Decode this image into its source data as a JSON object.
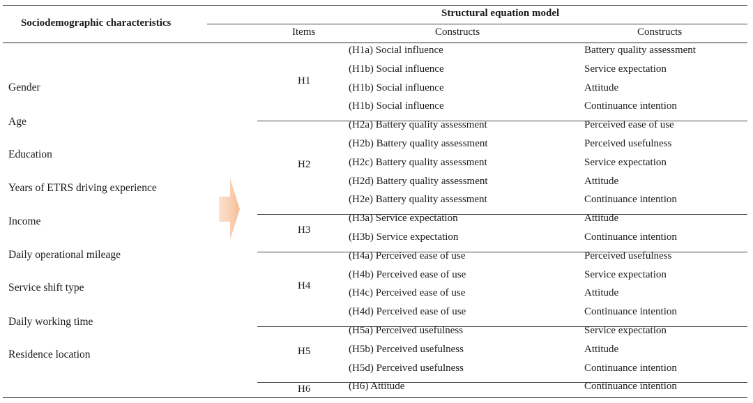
{
  "header": {
    "left_title": "Sociodemographic characteristics",
    "right_title": "Structural equation model",
    "col_items": "Items",
    "col_constructs_1": "Constructs",
    "col_constructs_2": "Constructs"
  },
  "characteristics": [
    "Gender",
    "Age",
    "Education",
    "Years of ETRS driving experience",
    "Income",
    "Daily operational mileage",
    "Service shift type",
    "Daily working time",
    "Residence location"
  ],
  "arrow_icon": "right-arrow-icon",
  "arrow_color": "#F9C9A6",
  "groups": [
    {
      "item": "H1",
      "rows": [
        {
          "from": "(H1a) Social influence",
          "to": "Battery quality assessment"
        },
        {
          "from": "(H1b) Social influence",
          "to": "Service expectation"
        },
        {
          "from": "(H1b) Social influence",
          "to": "Attitude"
        },
        {
          "from": "(H1b) Social influence",
          "to": "Continuance intention"
        }
      ]
    },
    {
      "item": "H2",
      "rows": [
        {
          "from": "(H2a) Battery quality assessment",
          "to": "Perceived ease of use"
        },
        {
          "from": "(H2b) Battery quality assessment",
          "to": "Perceived usefulness"
        },
        {
          "from": "(H2c) Battery quality assessment",
          "to": "Service expectation"
        },
        {
          "from": "(H2d) Battery quality assessment",
          "to": "Attitude"
        },
        {
          "from": "(H2e) Battery quality assessment",
          "to": "Continuance intention"
        }
      ]
    },
    {
      "item": "H3",
      "rows": [
        {
          "from": "(H3a) Service expectation",
          "to": "Attitude"
        },
        {
          "from": "(H3b) Service expectation",
          "to": "Continuance intention"
        }
      ]
    },
    {
      "item": "H4",
      "rows": [
        {
          "from": "(H4a) Perceived ease of use",
          "to": "Perceived usefulness"
        },
        {
          "from": "(H4b) Perceived ease of use",
          "to": "Service expectation"
        },
        {
          "from": "(H4c) Perceived ease of use",
          "to": "Attitude"
        },
        {
          "from": "(H4d) Perceived ease of use",
          "to": "Continuance intention"
        }
      ]
    },
    {
      "item": "H5",
      "rows": [
        {
          "from": "(H5a) Perceived usefulness",
          "to": "Service expectation"
        },
        {
          "from": "(H5b) Perceived usefulness",
          "to": "Attitude"
        },
        {
          "from": "(H5d) Perceived usefulness",
          "to": "Continuance intention"
        }
      ]
    },
    {
      "item": "H6",
      "rows": [
        {
          "from": "(H6) Attitude",
          "to": "Continuance intention"
        }
      ]
    }
  ]
}
